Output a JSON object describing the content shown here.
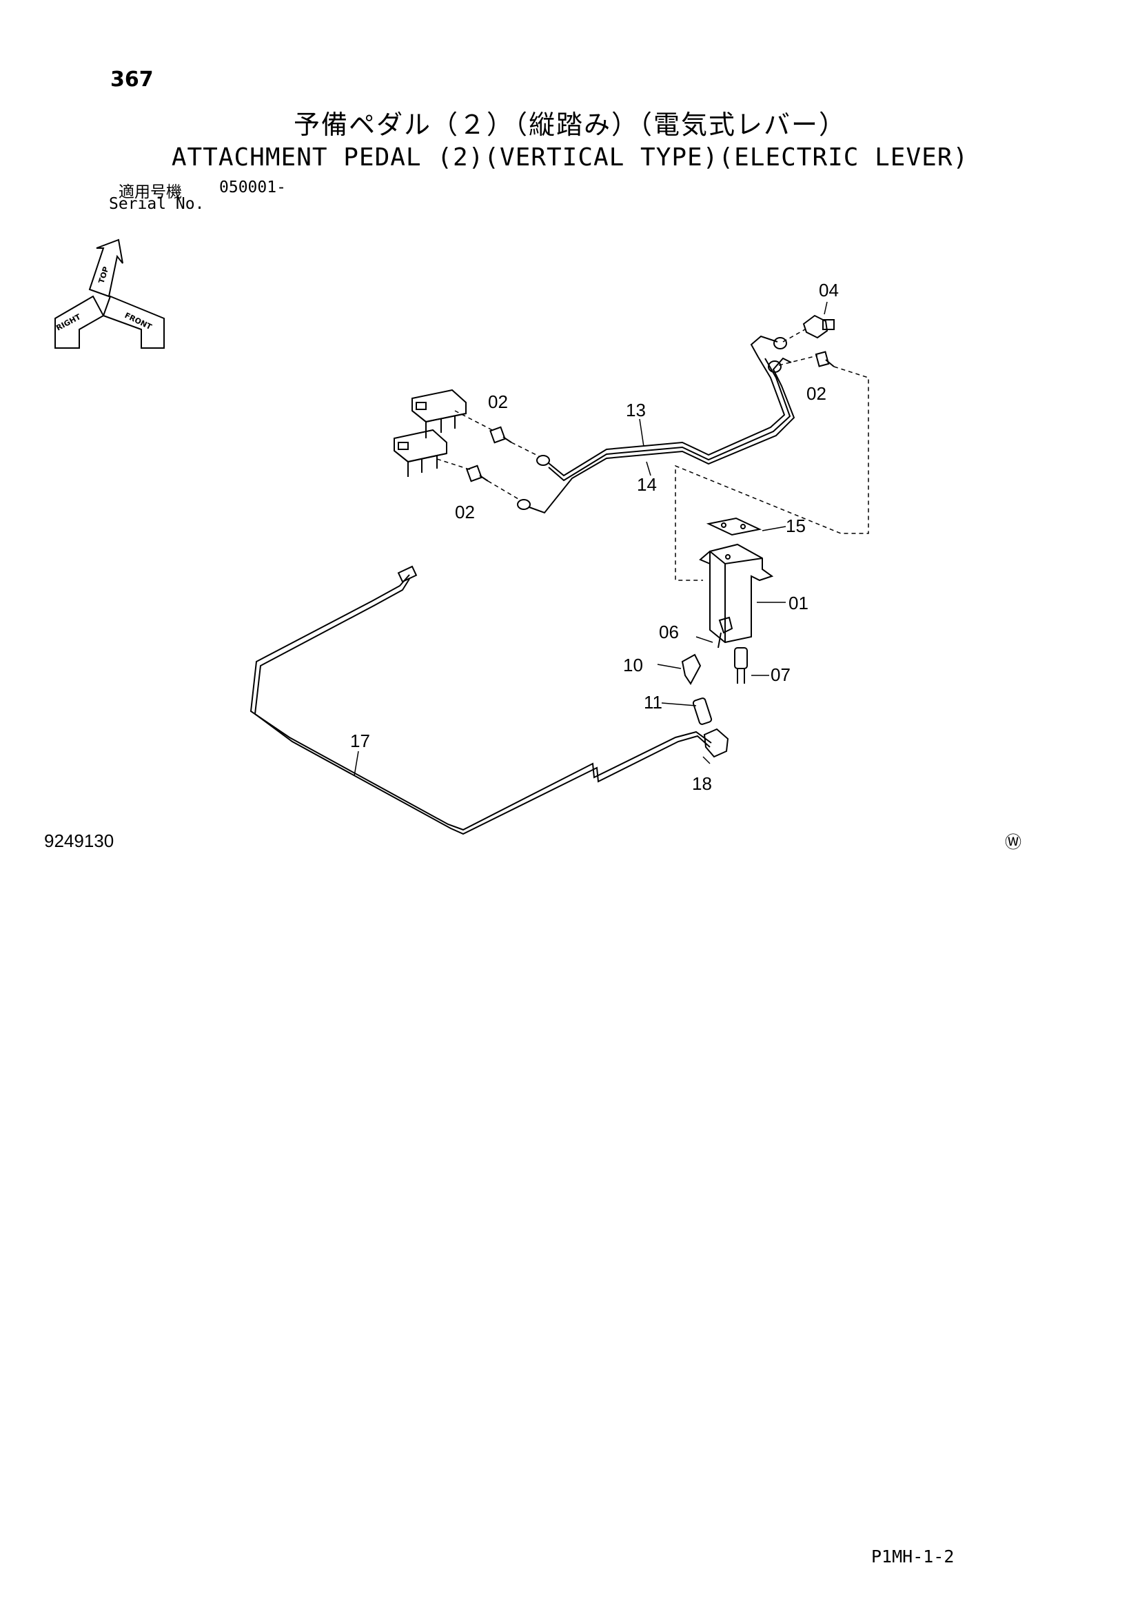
{
  "header": {
    "page_number": "367",
    "title_jp": "予備ペダル（２）（縦踏み）（電気式レバー）",
    "title_en": "ATTACHMENT PEDAL (2)(VERTICAL TYPE)(ELECTRIC LEVER)",
    "serial_label_jp": "適用号機",
    "serial_label_en": "Serial No.",
    "serial_value": "050001-"
  },
  "orientation": {
    "top": "TOP",
    "right": "RIGHT",
    "front": "FRONT"
  },
  "callouts": {
    "c04": "04",
    "c02_a": "02",
    "c02_b": "02",
    "c02_c": "02",
    "c13": "13",
    "c14": "14",
    "c15": "15",
    "c01": "01",
    "c06": "06",
    "c10": "10",
    "c07": "07",
    "c11": "11",
    "c17": "17",
    "c18": "18"
  },
  "footer": {
    "figure_number": "9249130",
    "w_mark": "Ⓦ",
    "sheet_code": "P1MH-1-2"
  },
  "colors": {
    "ink": "#000000",
    "paper": "#ffffff"
  }
}
